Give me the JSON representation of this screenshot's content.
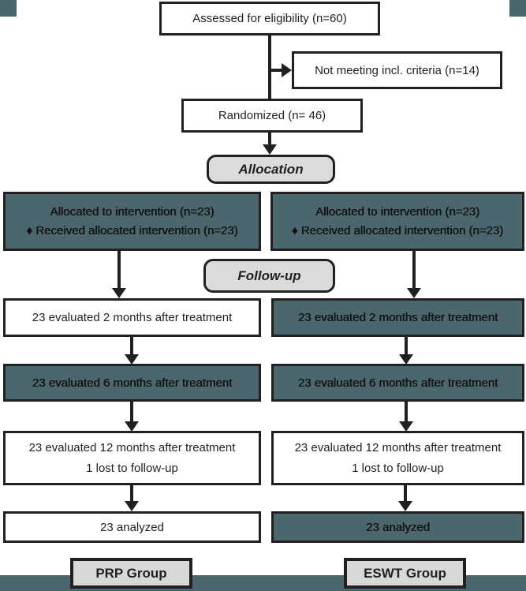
{
  "colors": {
    "teal_accent": "#4B666D",
    "box_border": "#231F20",
    "stage_fill": "#DBDBDB",
    "group_fill": "#D8D8D8",
    "text": "#231F20",
    "white_fill": "#FFFFFF"
  },
  "top": {
    "assessed": "Assessed for eligibility (n=60)",
    "not_meeting": "Not meeting incl. criteria (n=14)",
    "randomized": "Randomized (n= 46)"
  },
  "stages": {
    "allocation": "Allocation",
    "followup": "Follow-up"
  },
  "columns": [
    {
      "group": "PRP Group",
      "allocated_line1": "Allocated to intervention (n=23)",
      "allocated_line2": "♦ Received allocated intervention (n=23)",
      "eval_2m": "23 evaluated 2 months after treatment",
      "eval_6m": "23 evaluated 6 months after treatment",
      "eval_12m": "23 evaluated 12 months after treatment",
      "lost": "1 lost to follow-up",
      "analyzed": "23 analyzed"
    },
    {
      "group": "ESWT Group",
      "allocated_line1": "Allocated to intervention (n=23)",
      "allocated_line2": "♦ Received allocated intervention (n=23)",
      "eval_2m": "23 evaluated 2 months after treatment",
      "eval_6m": "23 evaluated 6 months after treatment",
      "eval_12m": "23 evaluated 12 months after treatment",
      "lost": "1 lost to follow-up",
      "analyzed": "23 analyzed"
    }
  ]
}
